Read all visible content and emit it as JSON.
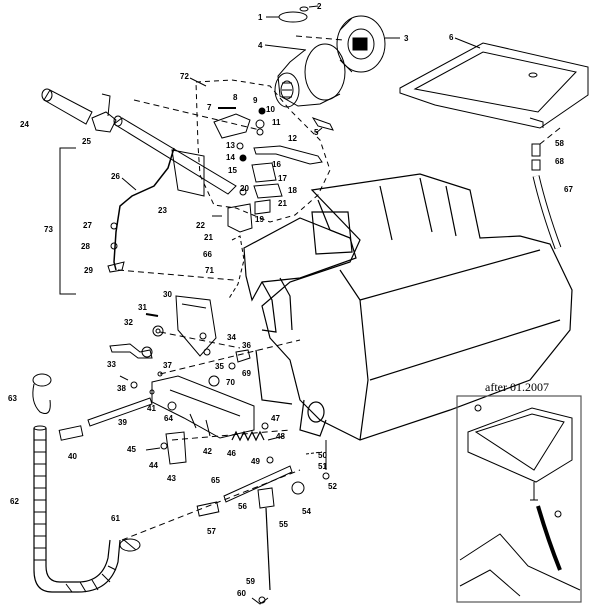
{
  "note": "after 01.2007",
  "parts": {
    "p1": "1",
    "p2": "2",
    "p3": "3",
    "p4": "4",
    "p5": "5",
    "p6": "6",
    "p7": "7",
    "p8": "8",
    "p9": "9",
    "p10": "10",
    "p11": "11",
    "p12": "12",
    "p13": "13",
    "p14": "14",
    "p15": "15",
    "p16": "16",
    "p17": "17",
    "p18": "18",
    "p19": "19",
    "p20": "20",
    "p21": "21",
    "p21b": "21",
    "p22": "22",
    "p23": "23",
    "p24": "24",
    "p25": "25",
    "p26": "26",
    "p27": "27",
    "p28": "28",
    "p29": "29",
    "p30": "30",
    "p31": "31",
    "p32": "32",
    "p33": "33",
    "p34": "34",
    "p35": "35",
    "p36": "36",
    "p37": "37",
    "p38": "38",
    "p39": "39",
    "p40": "40",
    "p41": "41",
    "p42": "42",
    "p43": "43",
    "p44": "44",
    "p45": "45",
    "p46": "46",
    "p47": "47",
    "p48": "48",
    "p49": "49",
    "p50": "50",
    "p51": "51",
    "p52": "52",
    "p54": "54",
    "p55": "55",
    "p56": "56",
    "p57": "57",
    "p58": "58",
    "p59": "59",
    "p60": "60",
    "p61": "61",
    "p62": "62",
    "p63": "63",
    "p64": "64",
    "p65": "65",
    "p66": "66",
    "p67": "67",
    "p68": "68",
    "p69": "69",
    "p70": "70",
    "p71": "71",
    "p72": "72",
    "p73": "73"
  },
  "colors": {
    "line": "#000000",
    "background": "#ffffff",
    "inset_border": "#555555"
  }
}
